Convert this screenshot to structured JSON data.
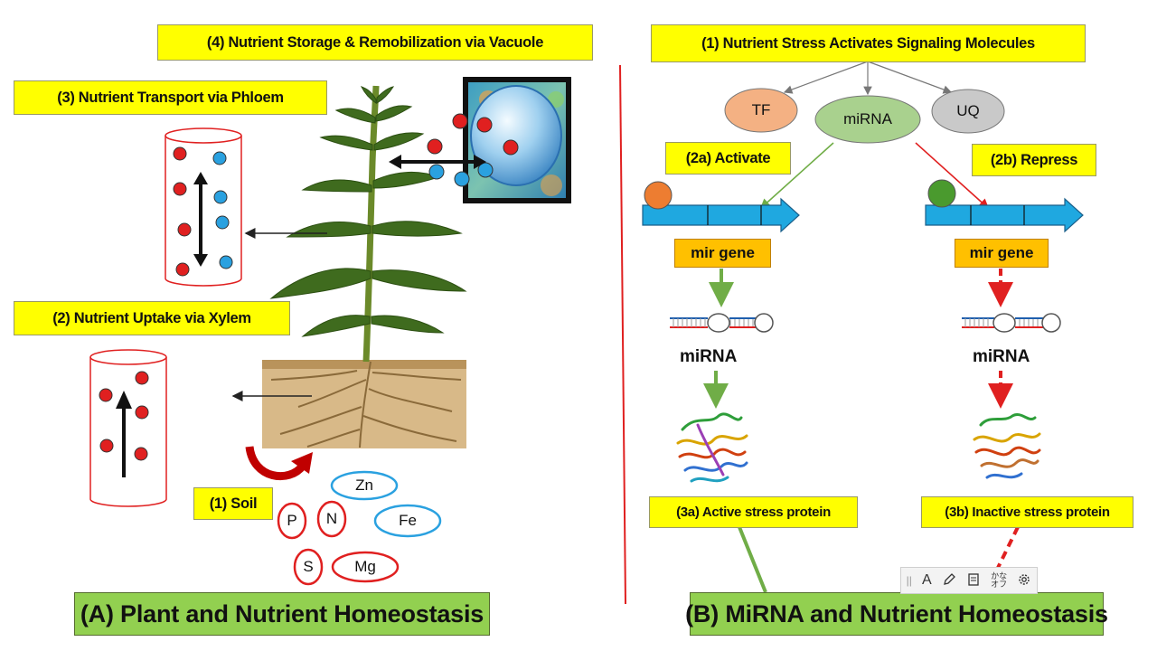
{
  "colors": {
    "label_yellow": "#ffff00",
    "panel_green": "#92d050",
    "gene_orange": "#ffc000",
    "arrow_blue": "#1fa8e0",
    "red": "#e02020",
    "green": "#70ad47",
    "divider": "#e02020"
  },
  "left": {
    "storage_label": "(4) Nutrient Storage & Remobilization via Vacuole",
    "phloem_label": "(3) Nutrient Transport via Phloem",
    "xylem_label": "(2) Nutrient Uptake via Xylem",
    "soil_label": "(1) Soil",
    "nutrients": [
      "Zn",
      "P",
      "N",
      "Fe",
      "S",
      "Mg"
    ],
    "panel_title": "(A) Plant and Nutrient Homeostasis"
  },
  "right": {
    "signal_label": "(1) Nutrient Stress Activates Signaling Molecules",
    "molecules": [
      "TF",
      "miRNA",
      "UQ"
    ],
    "activate_label": "(2a) Activate",
    "repress_label": "(2b) Repress",
    "gene_left": "mir gene",
    "gene_right": "mir gene",
    "mirna_left": "miRNA",
    "mirna_right": "miRNA",
    "active_protein": "(3a) Active stress protein",
    "inactive_protein": "(3b) Inactive stress protein",
    "panel_title": "(B) MiRNA and Nutrient Homeostasis"
  },
  "toolbar": {
    "items": [
      "||",
      "A",
      "かな\nオフ"
    ],
    "icons": [
      "text-icon",
      "pen-icon",
      "document-icon",
      "kana-toggle-icon",
      "gear-icon"
    ]
  }
}
